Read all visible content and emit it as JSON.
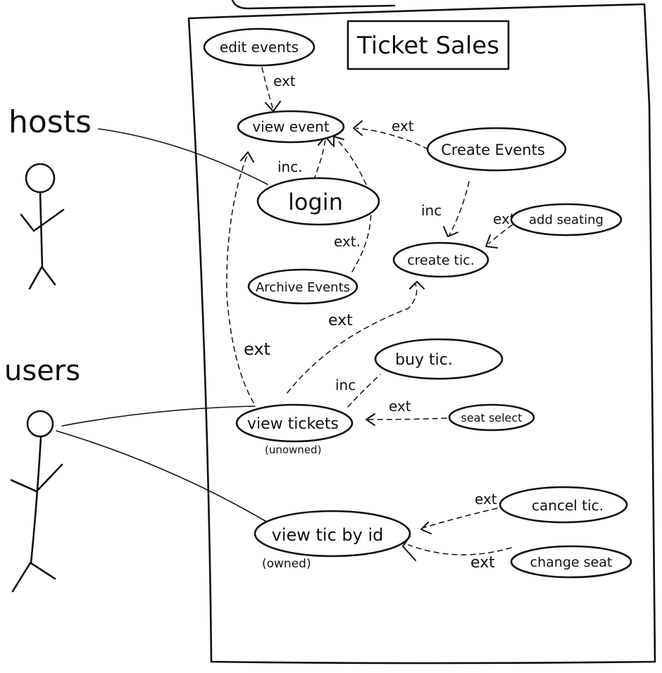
{
  "system": {
    "title": "Ticket Sales"
  },
  "actors": [
    {
      "id": "hosts",
      "label": "hosts"
    },
    {
      "id": "users",
      "label": "users"
    }
  ],
  "use_cases": {
    "edit_events": "edit events",
    "view_event": "view event",
    "login": "login",
    "create_events": "Create Events",
    "add_seating": "add seating",
    "create_tic": "create tic.",
    "archive_events": "Archive Events",
    "buy_tic": "buy tic.",
    "view_tickets": "view tickets",
    "view_tickets_note": "(unowned)",
    "seat_select": "seat select",
    "view_tic_by_id": "view tic by id",
    "view_tic_by_id_note": "(owned)",
    "cancel_tic": "cancel tic.",
    "change_seat": "change seat"
  },
  "relations": {
    "ext_edit_view": "ext",
    "ext_create_view": "ext",
    "inc_login_view": "inc.",
    "inc_create_createtic": "inc",
    "ext_seating_createtic": "ext",
    "ext_archive_view": "ext.",
    "ext_viewtickets_createtic": "ext",
    "ext_viewtickets_viewevent": "ext",
    "inc_viewtickets_buy": "inc",
    "ext_seat_viewtickets": "ext",
    "ext_cancel_viewtic": "ext",
    "ext_change_viewtic": "ext"
  }
}
